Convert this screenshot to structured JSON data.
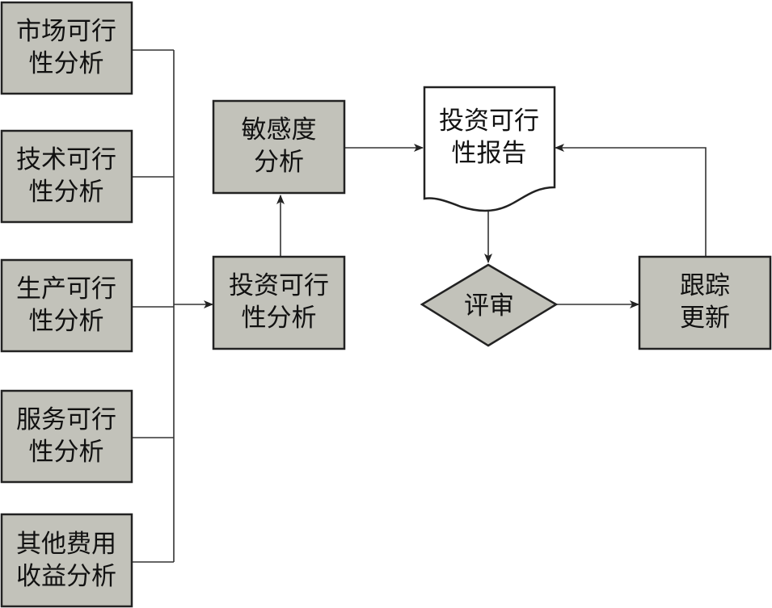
{
  "diagram": {
    "nodes": {
      "market": {
        "line1": "市场可行",
        "line2": "性分析"
      },
      "tech": {
        "line1": "技术可行",
        "line2": "性分析"
      },
      "production": {
        "line1": "生产可行",
        "line2": "性分析"
      },
      "service": {
        "line1": "服务可行",
        "line2": "性分析"
      },
      "cost_benefit": {
        "line1": "其他费用",
        "line2": "收益分析"
      },
      "invest_analysis": {
        "line1": "投资可行",
        "line2": "性分析"
      },
      "sensitivity": {
        "line1": "敏感度",
        "line2": "分析"
      },
      "report": {
        "line1": "投资可行",
        "line2": "性报告"
      },
      "review": {
        "label": "评审"
      },
      "track": {
        "line1": "跟踪",
        "line2": "更新"
      }
    },
    "colors": {
      "box_fill": "#c2c2ba",
      "stroke": "#222222",
      "doc_fill": "#ffffff"
    }
  }
}
